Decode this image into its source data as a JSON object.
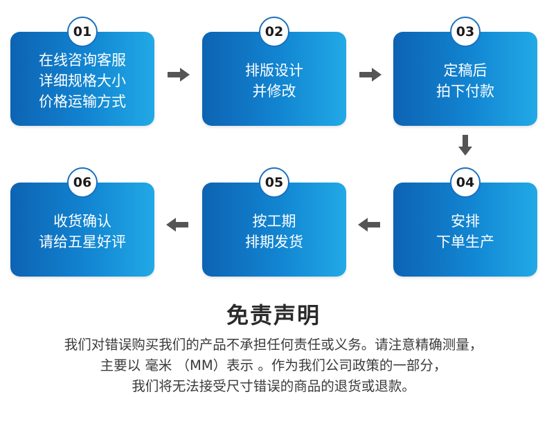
{
  "steps": [
    {
      "number": "01",
      "lines": [
        "在线咨询客服",
        "详细规格大小",
        "价格运输方式"
      ]
    },
    {
      "number": "02",
      "lines": [
        "排版设计",
        "并修改"
      ]
    },
    {
      "number": "03",
      "lines": [
        "定稿后",
        "拍下付款"
      ]
    },
    {
      "number": "04",
      "lines": [
        "安排",
        "下单生产"
      ]
    },
    {
      "number": "05",
      "lines": [
        "按工期",
        "排期发货"
      ]
    },
    {
      "number": "06",
      "lines": [
        "收货确认",
        "请给五星好评"
      ]
    }
  ],
  "disclaimer": {
    "title": "免责声明",
    "lines": [
      "我们对错误购买我们的产品不承担任何责任或义务。请注意精确测量，",
      "主要以 毫米 （MM）表示 。作为我们公司政策的一部分，",
      "我们将无法接受尺寸错误的商品的退货或退款。"
    ]
  },
  "colors": {
    "step_gradient_start": "#0d63b3",
    "step_gradient_end": "#22a9e6",
    "arrow": "#555555",
    "title_text": "#2a2a2a"
  }
}
